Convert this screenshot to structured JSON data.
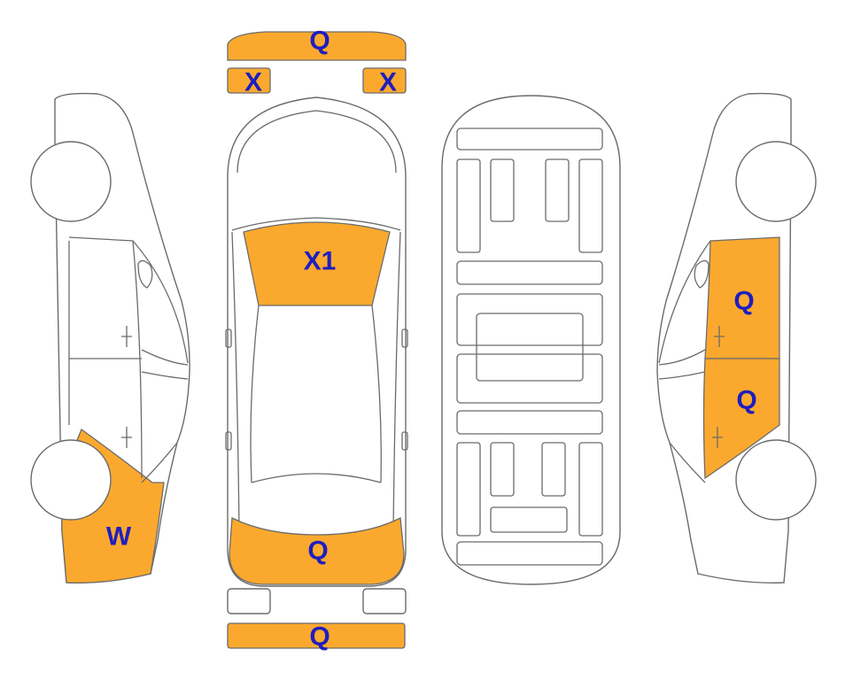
{
  "colors": {
    "damage_fill": "#FBA92E",
    "label_color": "#1E1EBE",
    "outline": "#6B6B6B"
  },
  "labels": {
    "front_bumper": "Q",
    "headlight_left": "X",
    "headlight_right": "X",
    "windshield": "X1",
    "trunk": "Q",
    "rear_bumper": "Q",
    "left_side_rear_quarter": "W",
    "right_side_front_door": "Q",
    "right_side_rear_door": "Q"
  }
}
